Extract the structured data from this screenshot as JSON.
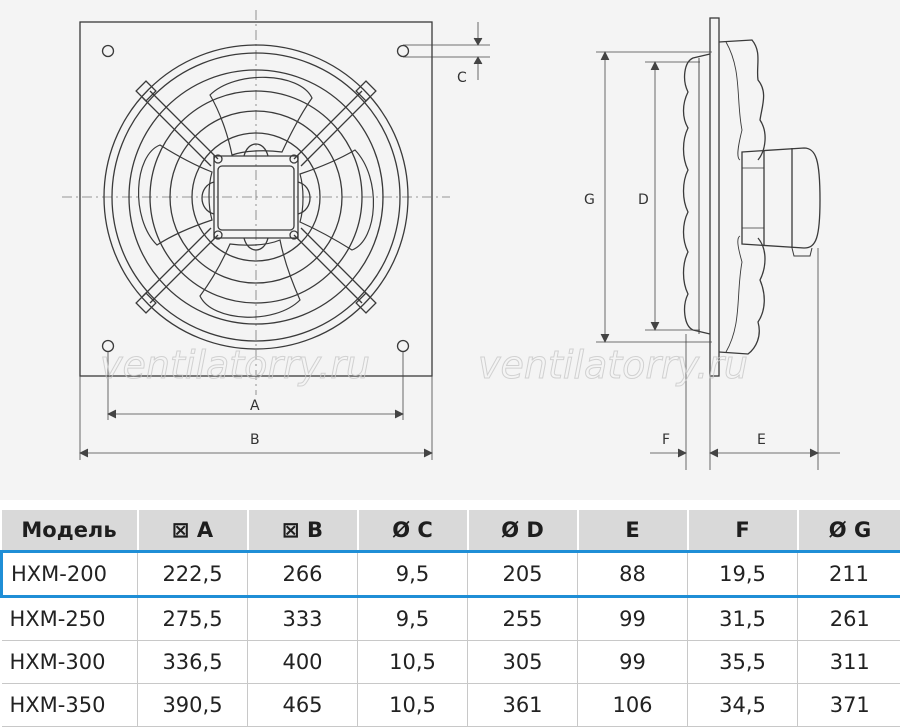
{
  "drawing": {
    "front_labels": {
      "a": "A",
      "b": "B",
      "c": "C"
    },
    "side_labels": {
      "g": "G",
      "d": "D",
      "f": "F",
      "e": "E"
    },
    "watermark": "ventilatorry.ru"
  },
  "table": {
    "headers": [
      "Модель",
      "⊠ A",
      "⊠ B",
      "Ø C",
      "Ø D",
      "E",
      "F",
      "Ø G"
    ],
    "rows": [
      [
        "HXM-200",
        "222,5",
        "266",
        "9,5",
        "205",
        "88",
        "19,5",
        "211"
      ],
      [
        "HXM-250",
        "275,5",
        "333",
        "9,5",
        "255",
        "99",
        "31,5",
        "261"
      ],
      [
        "HXM-300",
        "336,5",
        "400",
        "10,5",
        "305",
        "99",
        "35,5",
        "311"
      ],
      [
        "HXM-350",
        "390,5",
        "465",
        "10,5",
        "361",
        "106",
        "34,5",
        "371"
      ]
    ],
    "highlight_color": "#1f8ed6"
  }
}
